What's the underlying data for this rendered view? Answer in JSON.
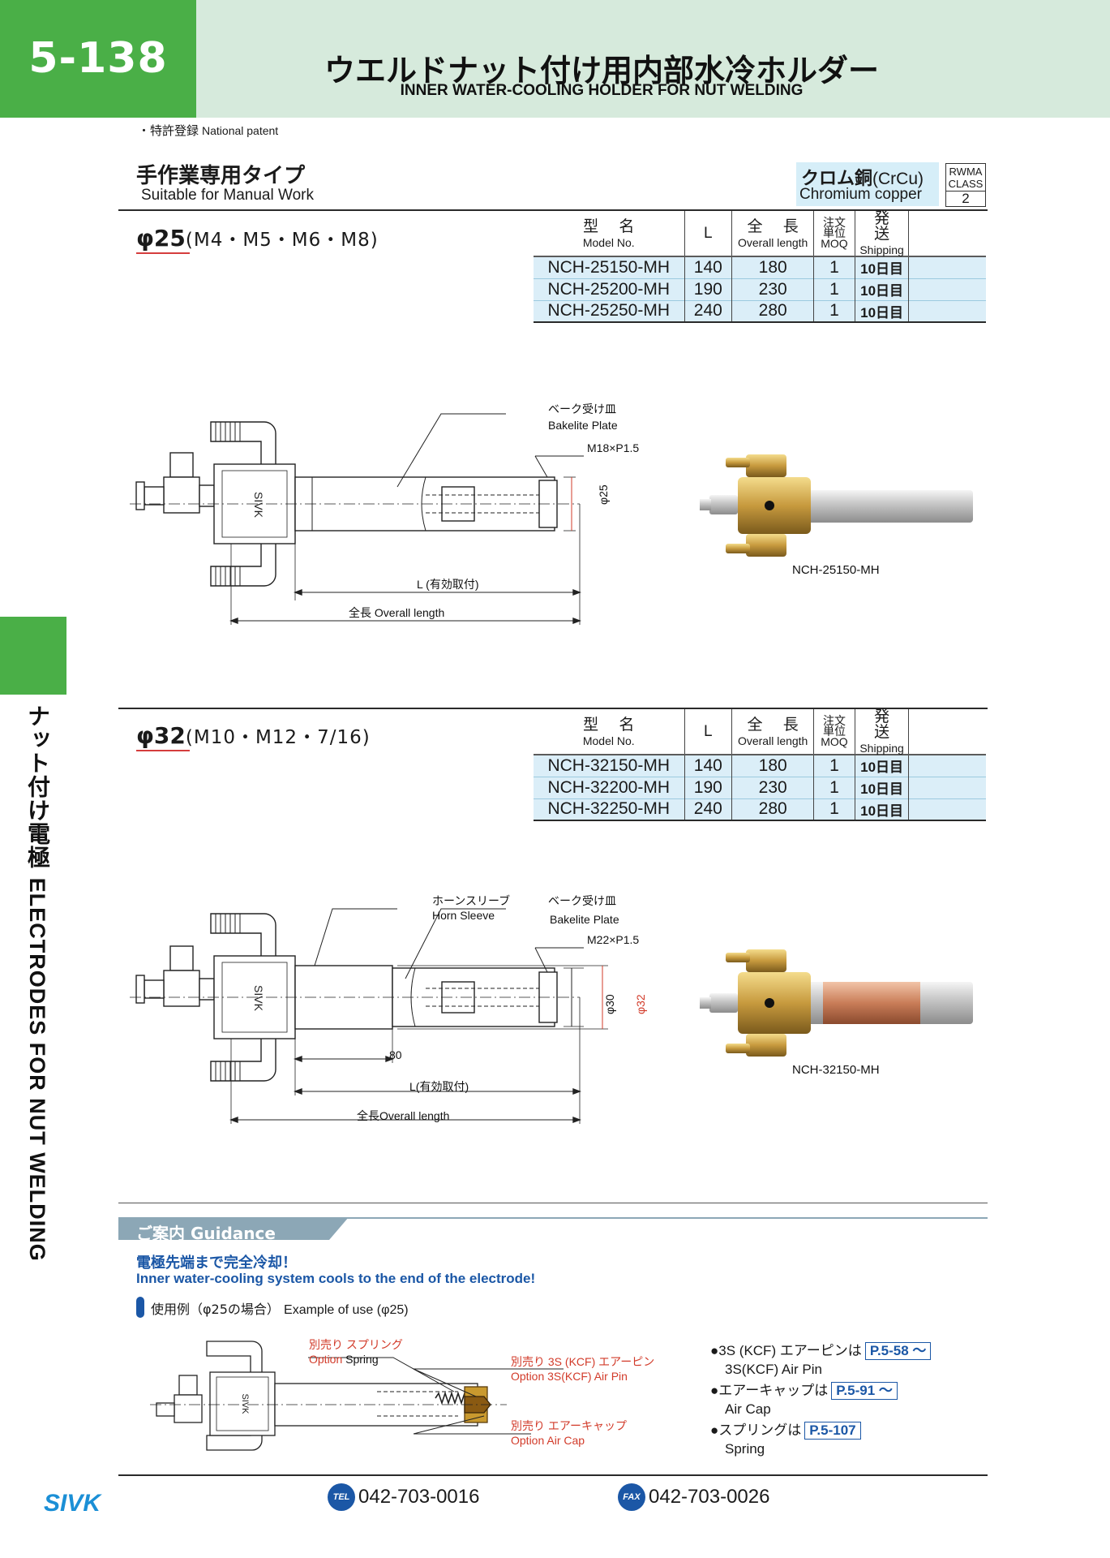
{
  "header": {
    "page_number": "5-138",
    "title_jp": "ウエルドナット付け用内部水冷ホルダー",
    "title_en": "INNER WATER-COOLING HOLDER FOR NUT WELDING"
  },
  "patent": {
    "jp": "・特許登録",
    "en": "National patent"
  },
  "section": {
    "title_jp": "手作業専用タイプ",
    "title_en": "Suitable for Manual Work"
  },
  "material": {
    "jp": "クロム銅",
    "symbol": "(CrCu)",
    "en": "Chromium copper",
    "rwma_line1": "RWMA",
    "rwma_line2": "CLASS",
    "rwma_class": "2"
  },
  "table_headers": {
    "model_jp": "型 名",
    "model_en": "Model No.",
    "l": "L",
    "overall_jp": "全 長",
    "overall_en": "Overall length",
    "moq_jp1": "注文",
    "moq_jp2": "単位",
    "moq_en": "MOQ",
    "ship_jp": "発 送",
    "ship_en": "Shipping"
  },
  "group25": {
    "phi": "φ25",
    "threads": "(M4・M5・M6・M8)",
    "rows": [
      {
        "model": "NCH-25150-MH",
        "l": "140",
        "overall": "180",
        "moq": "1",
        "ship": "10日目"
      },
      {
        "model": "NCH-25200-MH",
        "l": "190",
        "overall": "230",
        "moq": "1",
        "ship": "10日目"
      },
      {
        "model": "NCH-25250-MH",
        "l": "240",
        "overall": "280",
        "moq": "1",
        "ship": "10日目"
      }
    ],
    "drawing": {
      "bakelite_jp": "ベーク受け皿",
      "bakelite_en": "Bakelite Plate",
      "thread": "M18×P1.5",
      "dia": "φ25",
      "l_label": "L (有効取付)",
      "overall_label": "全長  Overall length",
      "photo_caption": "NCH-25150-MH"
    }
  },
  "group32": {
    "phi": "φ32",
    "threads": "(M10・M12・7/16)",
    "rows": [
      {
        "model": "NCH-32150-MH",
        "l": "140",
        "overall": "180",
        "moq": "1",
        "ship": "10日目"
      },
      {
        "model": "NCH-32200-MH",
        "l": "190",
        "overall": "230",
        "moq": "1",
        "ship": "10日目"
      },
      {
        "model": "NCH-32250-MH",
        "l": "240",
        "overall": "280",
        "moq": "1",
        "ship": "10日目"
      }
    ],
    "drawing": {
      "horn_jp": "ホーンスリーブ",
      "horn_en": "Horn Sleeve",
      "bakelite_jp": "ベーク受け皿",
      "bakelite_en": "Bakelite Plate",
      "thread": "M22×P1.5",
      "dia30": "φ30",
      "dia32": "φ32",
      "dim80": "80",
      "l_label": "L(有効取付)",
      "overall_label": "全長Overall length",
      "photo_caption": "NCH-32150-MH"
    }
  },
  "side": {
    "jp": "ナット付け電極",
    "en": "ELECTRODES FOR NUT WELDING"
  },
  "guidance": {
    "label": "ご案内 Guidance",
    "h1": "電極先端まで完全冷却！",
    "h2": "Inner water-cooling system cools to the end of the electrode!",
    "example_jp": "使用例（φ25の場合）",
    "example_en": "Example of use (φ25)",
    "spring_jp": "別売り  スプリング",
    "spring_en1": "Option",
    "spring_en2": "Spring",
    "airpin_jp": "別売り  3S (KCF) エアーピン",
    "airpin_en": "Option 3S(KCF) Air Pin",
    "aircap_jp": "別売り  エアーキャップ",
    "aircap_en": "Option Air Cap",
    "refs": [
      {
        "jp": "●3S (KCF) エアーピンは",
        "page": "P.5-58 ～",
        "en": "3S(KCF) Air Pin"
      },
      {
        "jp": "●エアーキャップは",
        "page": "P.5-91 ～",
        "en": "Air Cap"
      },
      {
        "jp": "●スプリングは",
        "page": "P.5-107",
        "en": "Spring"
      }
    ]
  },
  "footer": {
    "logo": "SIVK",
    "tel_badge": "TEL",
    "tel": "042-703-0016",
    "fax_badge": "FAX",
    "fax": "042-703-0026"
  },
  "colors": {
    "green": "#4aaf47",
    "header_bg": "#d6eadc",
    "table_row": "#dbeef8",
    "guidance_bar": "#8ca7b6",
    "blue": "#1b57a6",
    "red": "#d23b2a"
  }
}
